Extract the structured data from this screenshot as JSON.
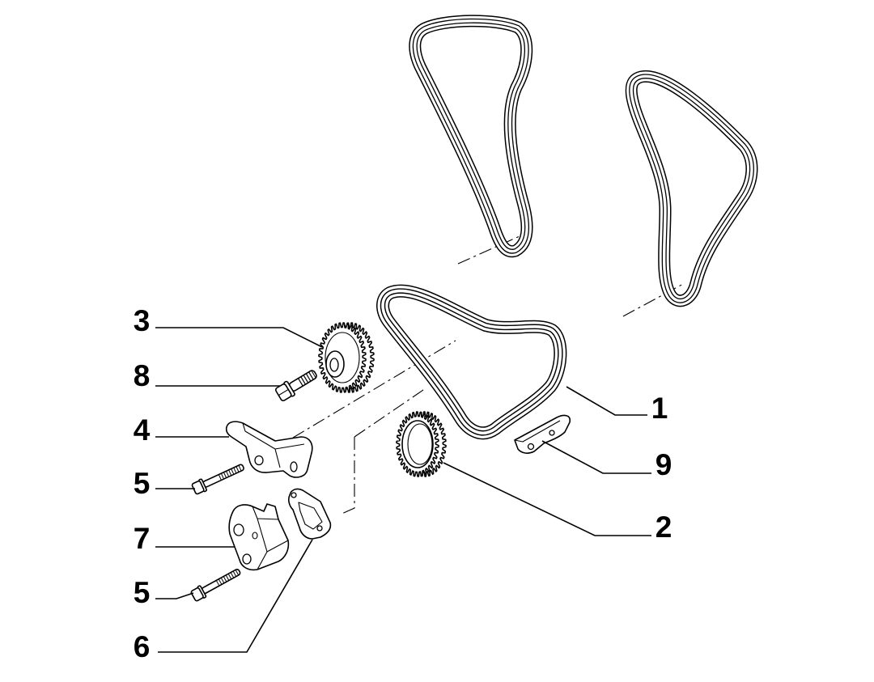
{
  "callouts": {
    "n1": "1",
    "n2": "2",
    "n3": "3",
    "n4": "4",
    "n5_upper": "5",
    "n5_lower": "5",
    "n6": "6",
    "n7": "7",
    "n8": "8",
    "n9": "9"
  },
  "colors": {
    "line": "#000000",
    "background": "#ffffff"
  }
}
